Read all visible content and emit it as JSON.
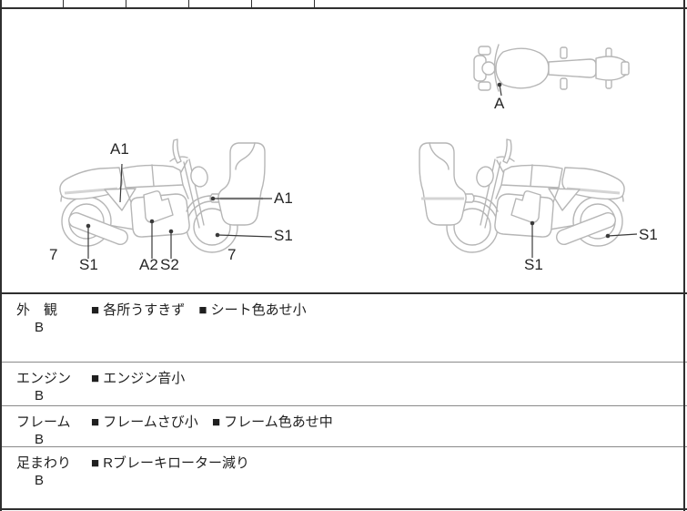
{
  "colors": {
    "line_art": "#b6b6b6",
    "accent_band": "#d4d4d4",
    "ink": "#1f1f1f",
    "border_dark": "#2f2f2f",
    "divider_gray": "#8a8a8a"
  },
  "diagram": {
    "left_bike": {
      "a1_top": "A1",
      "a1_right": "A1",
      "s1_right": "S1",
      "seven_left": "7",
      "s1_bottom": "S1",
      "a2": "A2",
      "s2": "S2",
      "seven_right": "7"
    },
    "top_view_bike": {
      "a": "A"
    },
    "right_bike": {
      "s1_bottom": "S1",
      "s1_right": "S1"
    }
  },
  "inspection": {
    "rows": [
      {
        "category": "外　観",
        "grade": "B",
        "comment1": "■ 各所うすきず",
        "comment2": "■ シート色あせ小"
      },
      {
        "category": "エンジン",
        "grade": "B",
        "comment1": "■ エンジン音小",
        "comment2": ""
      },
      {
        "category": "フレーム",
        "grade": "B",
        "comment1": "■ フレームさび小",
        "comment2": "■ フレーム色あせ中"
      },
      {
        "category": "足まわり",
        "grade": "B",
        "comment1": "■ Rブレーキローター減り",
        "comment2": ""
      }
    ]
  }
}
